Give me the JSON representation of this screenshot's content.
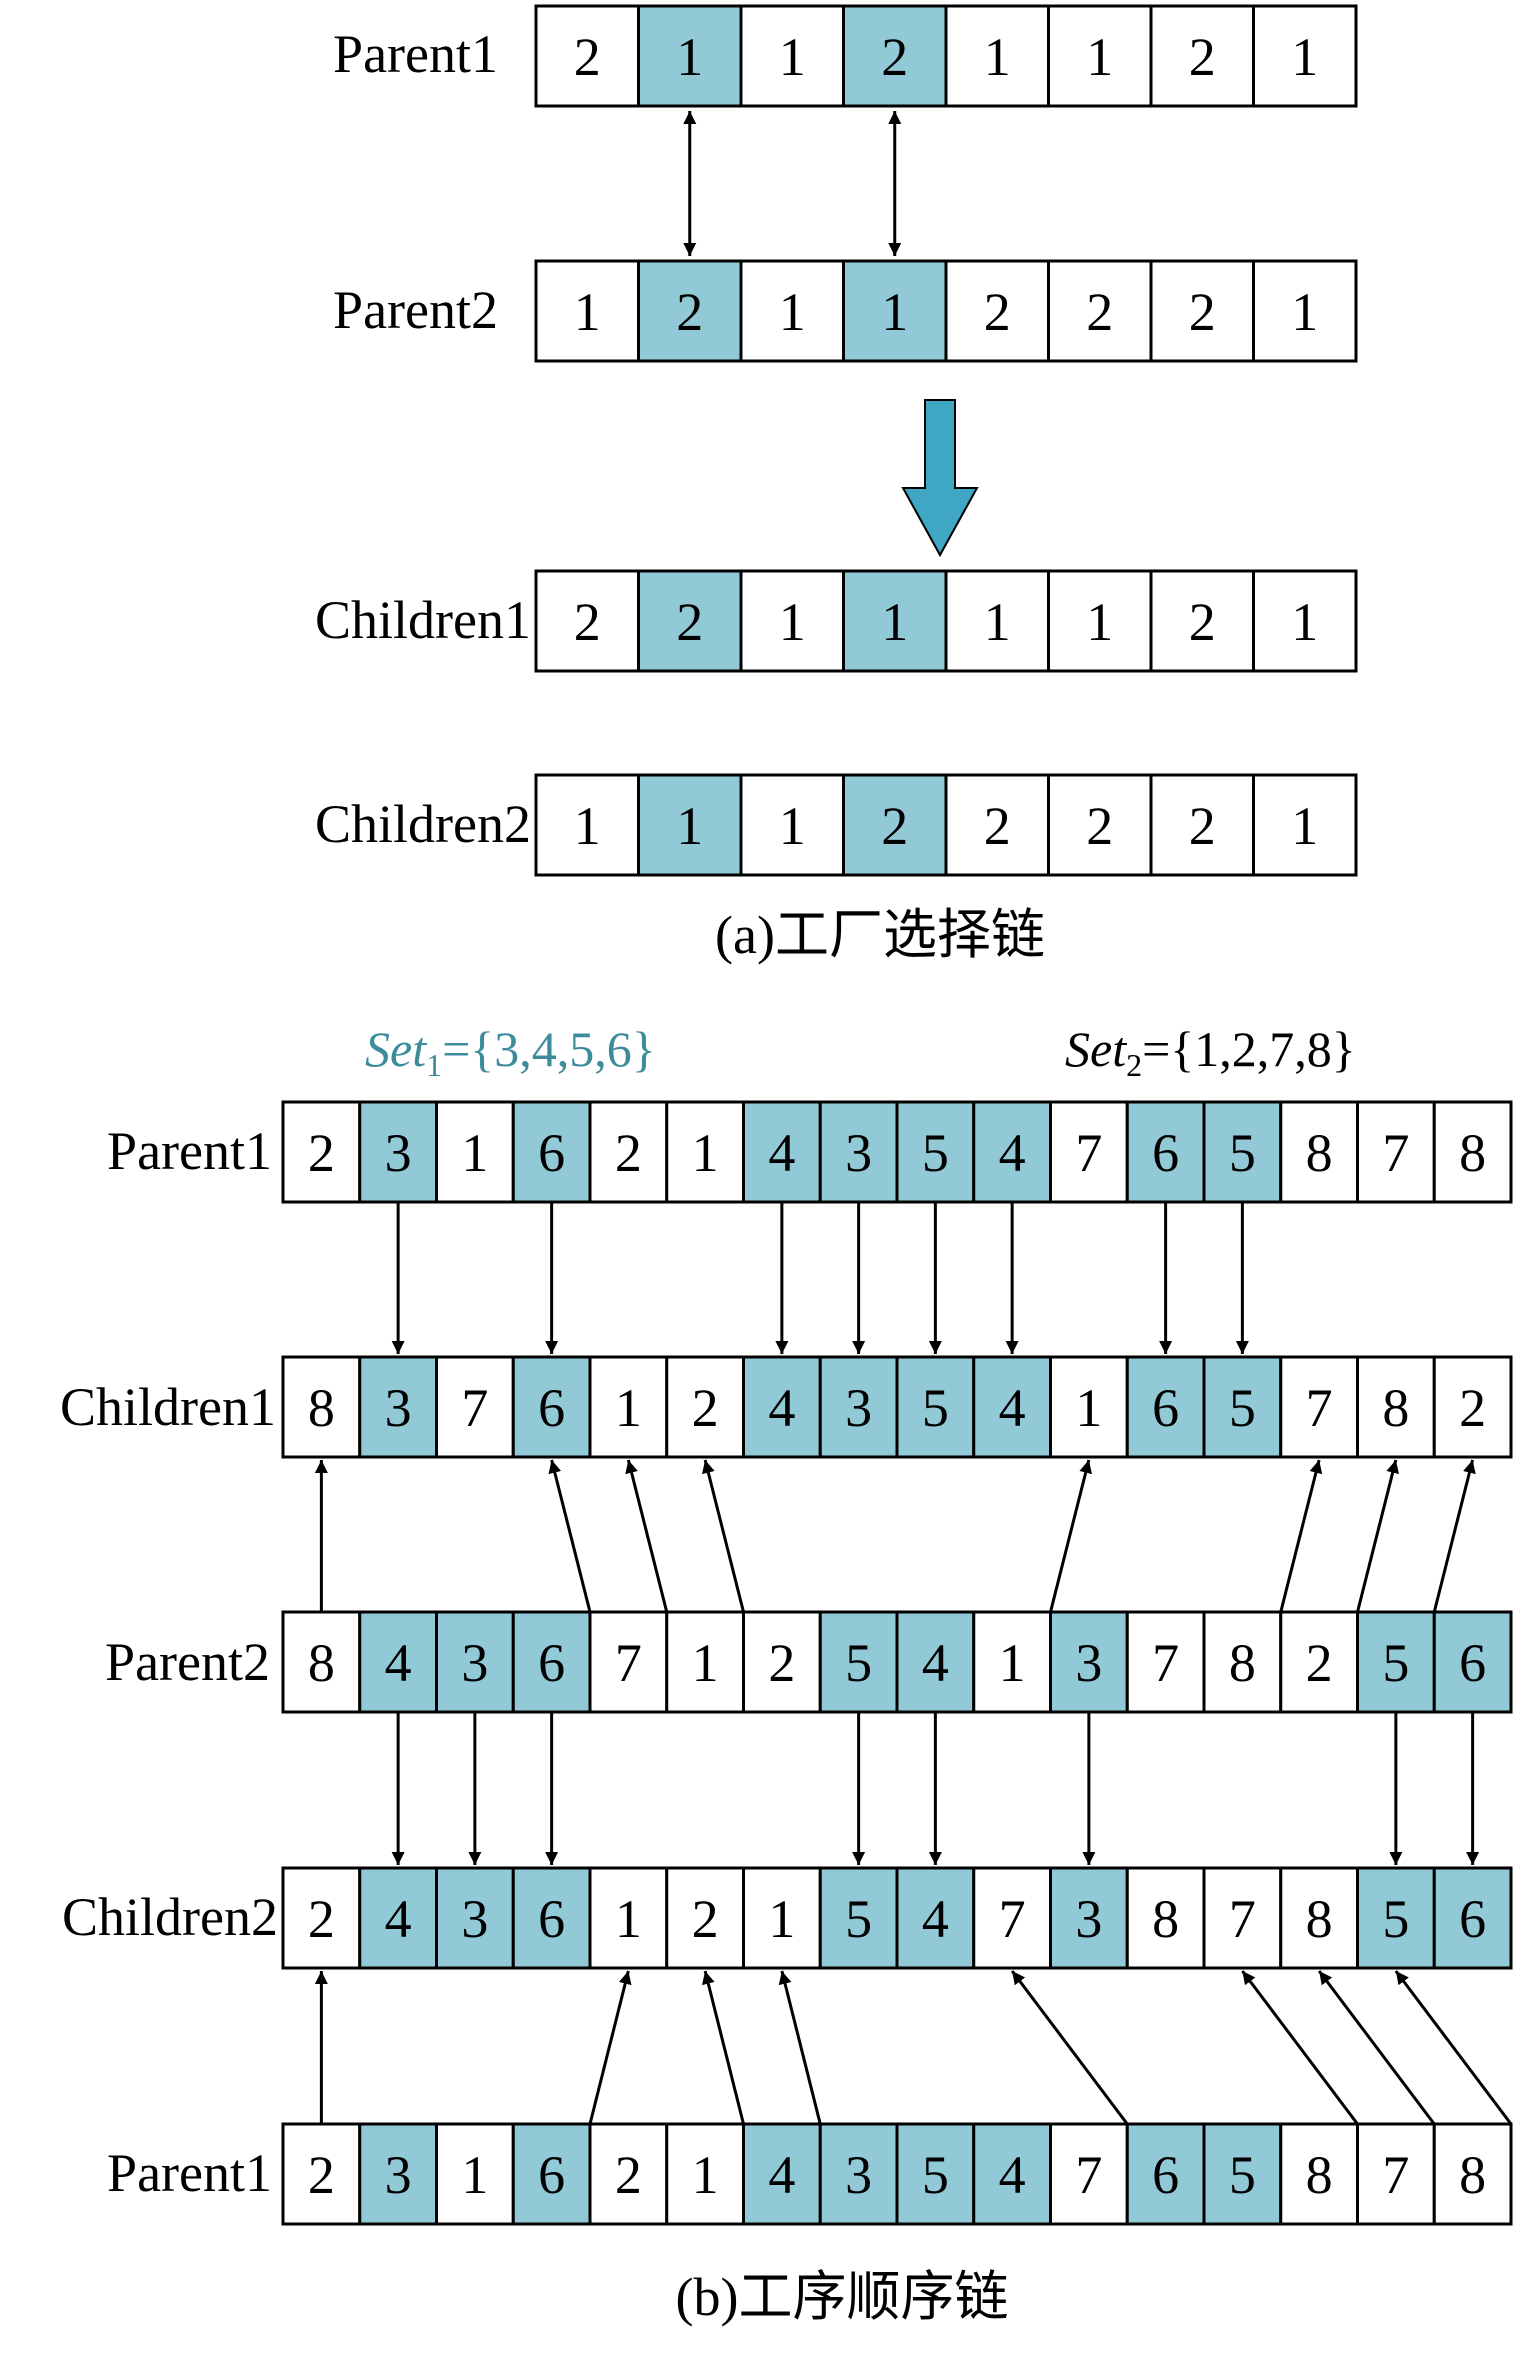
{
  "colors": {
    "highlight": "#92C9D6",
    "blank": "#FFFFFF",
    "border": "#000000",
    "set1": "#3C8C9C",
    "set2": "#000000",
    "big_arrow": "#3FA7C4",
    "arrow": "#000000"
  },
  "panel_a": {
    "caption": "(a)工厂选择链",
    "rows": [
      {
        "label": "Parent1",
        "values": [
          "2",
          "1",
          "1",
          "2",
          "1",
          "1",
          "2",
          "1"
        ],
        "highlight": [
          false,
          true,
          false,
          true,
          false,
          false,
          false,
          false
        ]
      },
      {
        "label": "Parent2",
        "values": [
          "1",
          "2",
          "1",
          "1",
          "2",
          "2",
          "2",
          "1"
        ],
        "highlight": [
          false,
          true,
          false,
          true,
          false,
          false,
          false,
          false
        ]
      },
      {
        "label": "Children1",
        "values": [
          "2",
          "2",
          "1",
          "1",
          "1",
          "1",
          "2",
          "1"
        ],
        "highlight": [
          false,
          true,
          false,
          true,
          false,
          false,
          false,
          false
        ]
      },
      {
        "label": "Children2",
        "values": [
          "1",
          "1",
          "1",
          "2",
          "2",
          "2",
          "2",
          "1"
        ],
        "highlight": [
          false,
          true,
          false,
          true,
          false,
          false,
          false,
          false
        ]
      }
    ],
    "swap_columns": [
      1,
      3
    ],
    "transform_arrow": "down-arrow"
  },
  "panel_b": {
    "caption": "(b)工序顺序链",
    "set1": {
      "name": "Set",
      "sub": "1",
      "eq": "={3,4,5,6}"
    },
    "set2": {
      "name": "Set",
      "sub": "2",
      "eq": "={1,2,7,8}"
    },
    "rows": [
      {
        "label": "Parent1",
        "values": [
          "2",
          "3",
          "1",
          "6",
          "2",
          "1",
          "4",
          "3",
          "5",
          "4",
          "7",
          "6",
          "5",
          "8",
          "7",
          "8"
        ],
        "highlight": [
          false,
          true,
          false,
          true,
          false,
          false,
          true,
          true,
          true,
          true,
          false,
          true,
          true,
          false,
          false,
          false
        ]
      },
      {
        "label": "Children1",
        "values": [
          "8",
          "3",
          "7",
          "6",
          "1",
          "2",
          "4",
          "3",
          "5",
          "4",
          "1",
          "6",
          "5",
          "7",
          "8",
          "2"
        ],
        "highlight": [
          false,
          true,
          false,
          true,
          false,
          false,
          true,
          true,
          true,
          true,
          false,
          true,
          true,
          false,
          false,
          false
        ]
      },
      {
        "label": "Parent2",
        "values": [
          "8",
          "4",
          "3",
          "6",
          "7",
          "1",
          "2",
          "5",
          "4",
          "1",
          "3",
          "7",
          "8",
          "2",
          "5",
          "6"
        ],
        "highlight": [
          false,
          true,
          true,
          true,
          false,
          false,
          false,
          true,
          true,
          false,
          true,
          false,
          false,
          false,
          true,
          true
        ]
      },
      {
        "label": "Children2",
        "values": [
          "2",
          "4",
          "3",
          "6",
          "1",
          "2",
          "1",
          "5",
          "4",
          "7",
          "3",
          "8",
          "7",
          "8",
          "5",
          "6"
        ],
        "highlight": [
          false,
          true,
          true,
          true,
          false,
          false,
          false,
          true,
          true,
          false,
          true,
          false,
          false,
          false,
          true,
          true
        ]
      },
      {
        "label": "Parent1",
        "values": [
          "2",
          "3",
          "1",
          "6",
          "2",
          "1",
          "4",
          "3",
          "5",
          "4",
          "7",
          "6",
          "5",
          "8",
          "7",
          "8"
        ],
        "highlight": [
          false,
          true,
          false,
          true,
          false,
          false,
          true,
          true,
          true,
          true,
          false,
          true,
          true,
          false,
          false,
          false
        ]
      }
    ],
    "arrows_p1_to_c1": [
      [
        1,
        1
      ],
      [
        3,
        3
      ],
      [
        6,
        6
      ],
      [
        7,
        7
      ],
      [
        8,
        8
      ],
      [
        9,
        9
      ],
      [
        11,
        11
      ],
      [
        12,
        12
      ]
    ],
    "arrows_p2_to_c1": [
      [
        0,
        0
      ],
      [
        4,
        3
      ],
      [
        5,
        4
      ],
      [
        6,
        5
      ],
      [
        9,
        10
      ],
      [
        12,
        13
      ],
      [
        13,
        14
      ],
      [
        14,
        15
      ]
    ],
    "arrows_p2_to_c2": [
      [
        1,
        1
      ],
      [
        2,
        2
      ],
      [
        3,
        3
      ],
      [
        7,
        7
      ],
      [
        8,
        8
      ],
      [
        10,
        10
      ],
      [
        14,
        14
      ],
      [
        15,
        15
      ]
    ],
    "arrows_p1_to_c2": [
      [
        0,
        0
      ],
      [
        3,
        4
      ],
      [
        5,
        5
      ],
      [
        6,
        6
      ],
      [
        10,
        9
      ],
      [
        13,
        12
      ],
      [
        14,
        13
      ],
      [
        15,
        14
      ]
    ]
  }
}
